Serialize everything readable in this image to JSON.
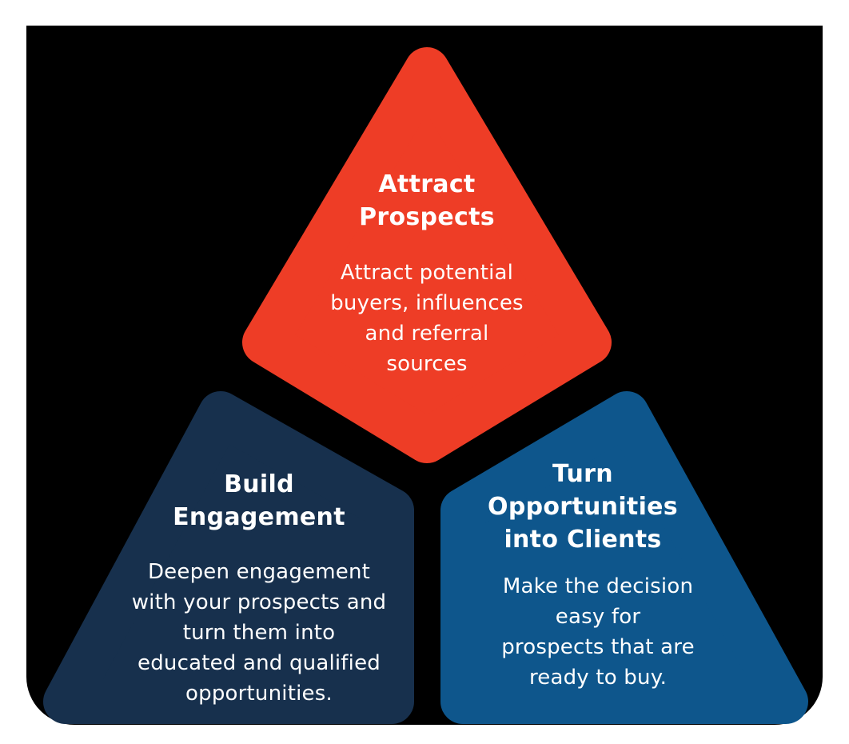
{
  "page": {
    "background_color": "#FFFFFF",
    "panel_background_color": "#000000"
  },
  "diagram": {
    "sections": [
      {
        "id": "attract-prospects",
        "title": "Attract\nProspects",
        "body": "Attract potential\nbuyers, influences\nand referral\nsources",
        "color": "#EE3D26",
        "text_color": "#FFFFFF",
        "position": "top"
      },
      {
        "id": "build-engagement",
        "title": "Build\nEngagement",
        "body": "Deepen engagement\nwith your prospects and\nturn them into\neducated and qualified\nopportunities.",
        "color": "#17304D",
        "text_color": "#FFFFFF",
        "position": "bottom-left"
      },
      {
        "id": "turn-opportunities-into-clients",
        "title": "Turn\nOpportunities\ninto Clients",
        "body": "Make the decision\neasy for\nprospects that are\nready to buy.",
        "color": "#0E568C",
        "text_color": "#FFFFFF",
        "position": "bottom-right"
      }
    ]
  }
}
